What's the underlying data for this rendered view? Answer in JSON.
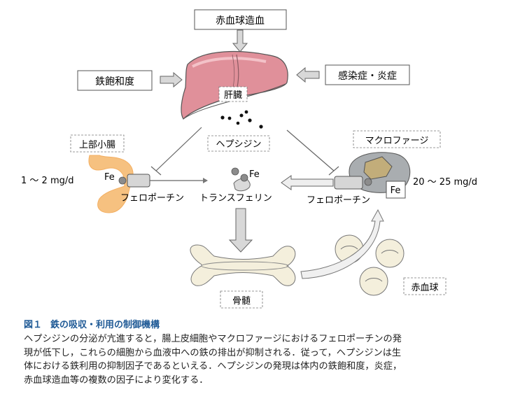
{
  "figure": {
    "number": "図１",
    "title": "鉄の吸収・利用の制御機構",
    "caption_lines": [
      "ヘプシジンの分泌が亢進すると，腸上皮細胞やマクロファージにおけるフェロポーチンの発",
      "現が低下し，これらの細胞から血液中への鉄の排出が抑制される．従って，ヘプシジンは生",
      "体における鉄利用の抑制因子であるといえる．ヘプシジンの発現は体内の鉄飽和度，炎症，",
      "赤血球造血等の複数の因子により変化する．"
    ]
  },
  "diagram": {
    "erythropoiesis": "赤血球造血",
    "iron_saturation": "鉄飽和度",
    "inflammation": "感染症・炎症",
    "liver": "肝臓",
    "hepcidin": "ヘプシジン",
    "duodenum": "上部小腸",
    "macrophage": "マクロファージ",
    "absorption_rate": "1 〜 2 mg/d",
    "recycling_rate": "20 〜 25 mg/d",
    "fe_left": "Fe",
    "fe_transferrin": "Fe",
    "fe_macrophage": "Fe",
    "ferroportin_left": "フェロポーチン",
    "ferroportin_right": "フェロポーチン",
    "transferrin": "トランスフェリン",
    "bone_marrow": "骨髄",
    "red_blood_cells": "赤血球"
  },
  "colors": {
    "liver": "#e0909a",
    "intestine": "#f6be7a",
    "macrophage": "#a9adb0",
    "bone": "#f4efdc",
    "caption_title": "#1f5a96"
  }
}
